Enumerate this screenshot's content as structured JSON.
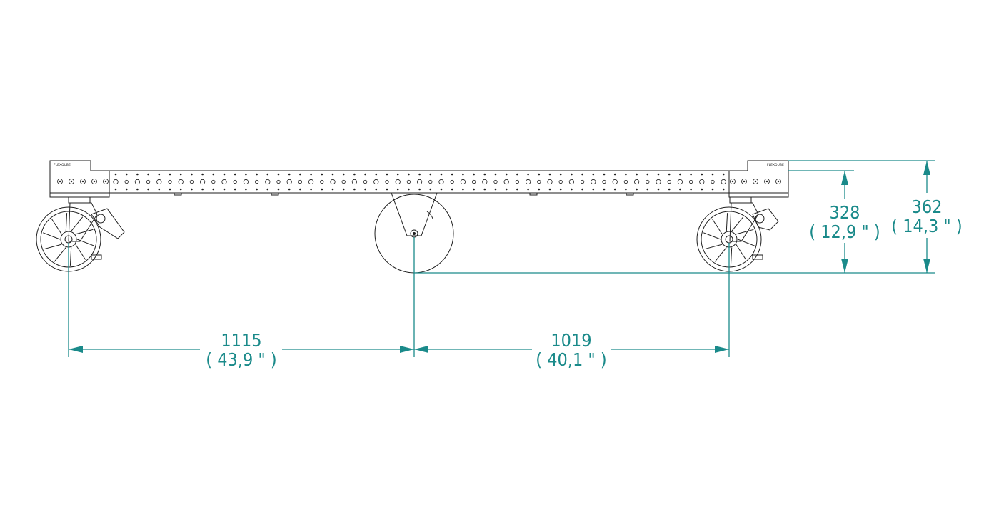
{
  "dimensions": {
    "left_span": {
      "value": "1115",
      "inch": "( 43,9 \" )"
    },
    "right_span": {
      "value": "1019",
      "inch": "( 40,1 \" )"
    },
    "top_height": {
      "value": "328",
      "inch": "( 12,9 \" )"
    },
    "total_height": {
      "value": "362",
      "inch": "( 14,3 \" )"
    }
  },
  "brand_label_left": "FLEXQUBE",
  "brand_label_right": "FLEXQUBE",
  "colors": {
    "dimension": "#1a8a8a",
    "ink": "#1e1e1e",
    "background": "#ffffff"
  }
}
